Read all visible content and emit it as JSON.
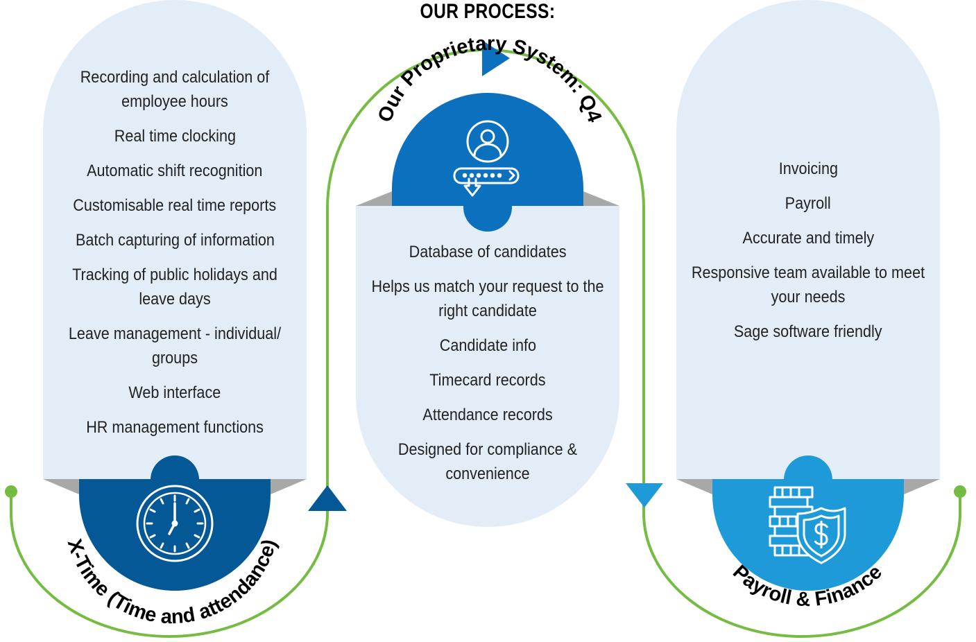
{
  "title": "OUR PROCESS:",
  "colors": {
    "panel": "#e2edf7",
    "dark_blue": "#045895",
    "mid_blue": "#0b71bf",
    "light_blue": "#1e9ad9",
    "green": "#76bc43",
    "gray": "#a8a8a8"
  },
  "columns": [
    {
      "heading": "X-Time (Time and attendance)",
      "icon": "clock-icon",
      "items": [
        "Recording and calculation of employee hours",
        "Real time clocking",
        "Automatic shift recognition",
        "Customisable real time reports",
        "Batch capturing of information",
        "Tracking of public holidays and leave days",
        "Leave management - individual/ groups",
        "Web interface",
        "HR management functions"
      ]
    },
    {
      "heading": "Our Proprietary System: Q4",
      "icon": "user-login-icon",
      "items": [
        "Database of candidates",
        "Helps us match your request to the right candidate",
        "Candidate info",
        "Timecard records",
        "Attendance records",
        "Designed for compliance & convenience"
      ]
    },
    {
      "heading": "Payroll & Finance",
      "icon": "secure-money-icon",
      "items": [
        "Invoicing",
        "Payroll",
        "Accurate and timely",
        "Responsive team available to meet your needs",
        "Sage software friendly"
      ]
    }
  ]
}
